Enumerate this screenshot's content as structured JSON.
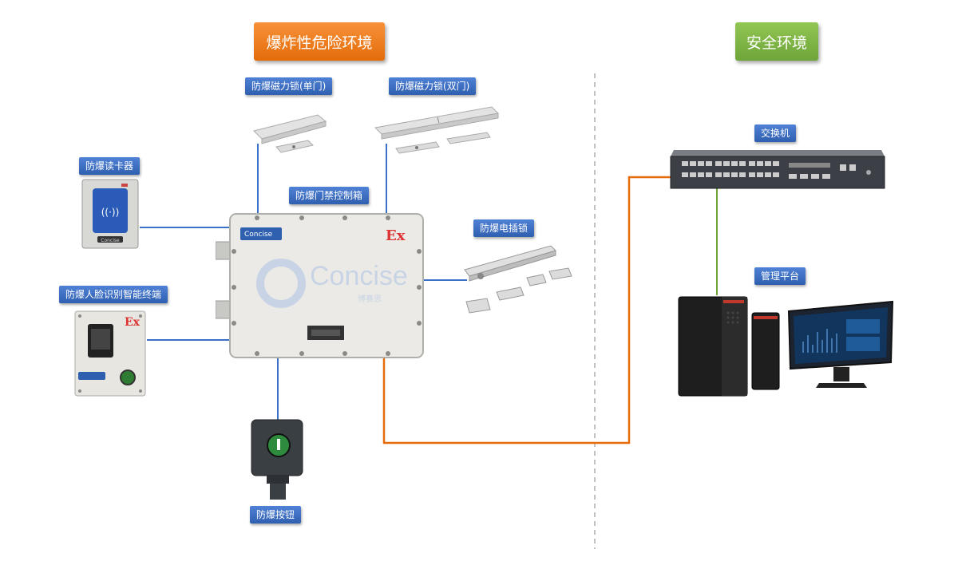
{
  "zones": {
    "hazardous": "爆炸性危险环境",
    "safe": "安全环境"
  },
  "devices": {
    "maglock_single": "防爆磁力锁(单门)",
    "maglock_double": "防爆磁力锁(双门)",
    "card_reader": "防爆读卡器",
    "controller": "防爆门禁控制箱",
    "electric_bolt": "防爆电插锁",
    "face_terminal": "防爆人脸识别智能终端",
    "button": "防爆按钮",
    "switch": "交换机",
    "platform": "管理平台"
  },
  "markings": {
    "ex": "Ex",
    "brand": "Concise",
    "brand_cn": "博赛思"
  },
  "colors": {
    "zone_hazardous": "#e46c0a",
    "zone_safe": "#6ea53a",
    "label_blue": "#2f5faf",
    "link_blue": "#3a70c8",
    "link_orange": "#e46c0a",
    "link_green": "#6ea53a",
    "divider": "#999999"
  }
}
